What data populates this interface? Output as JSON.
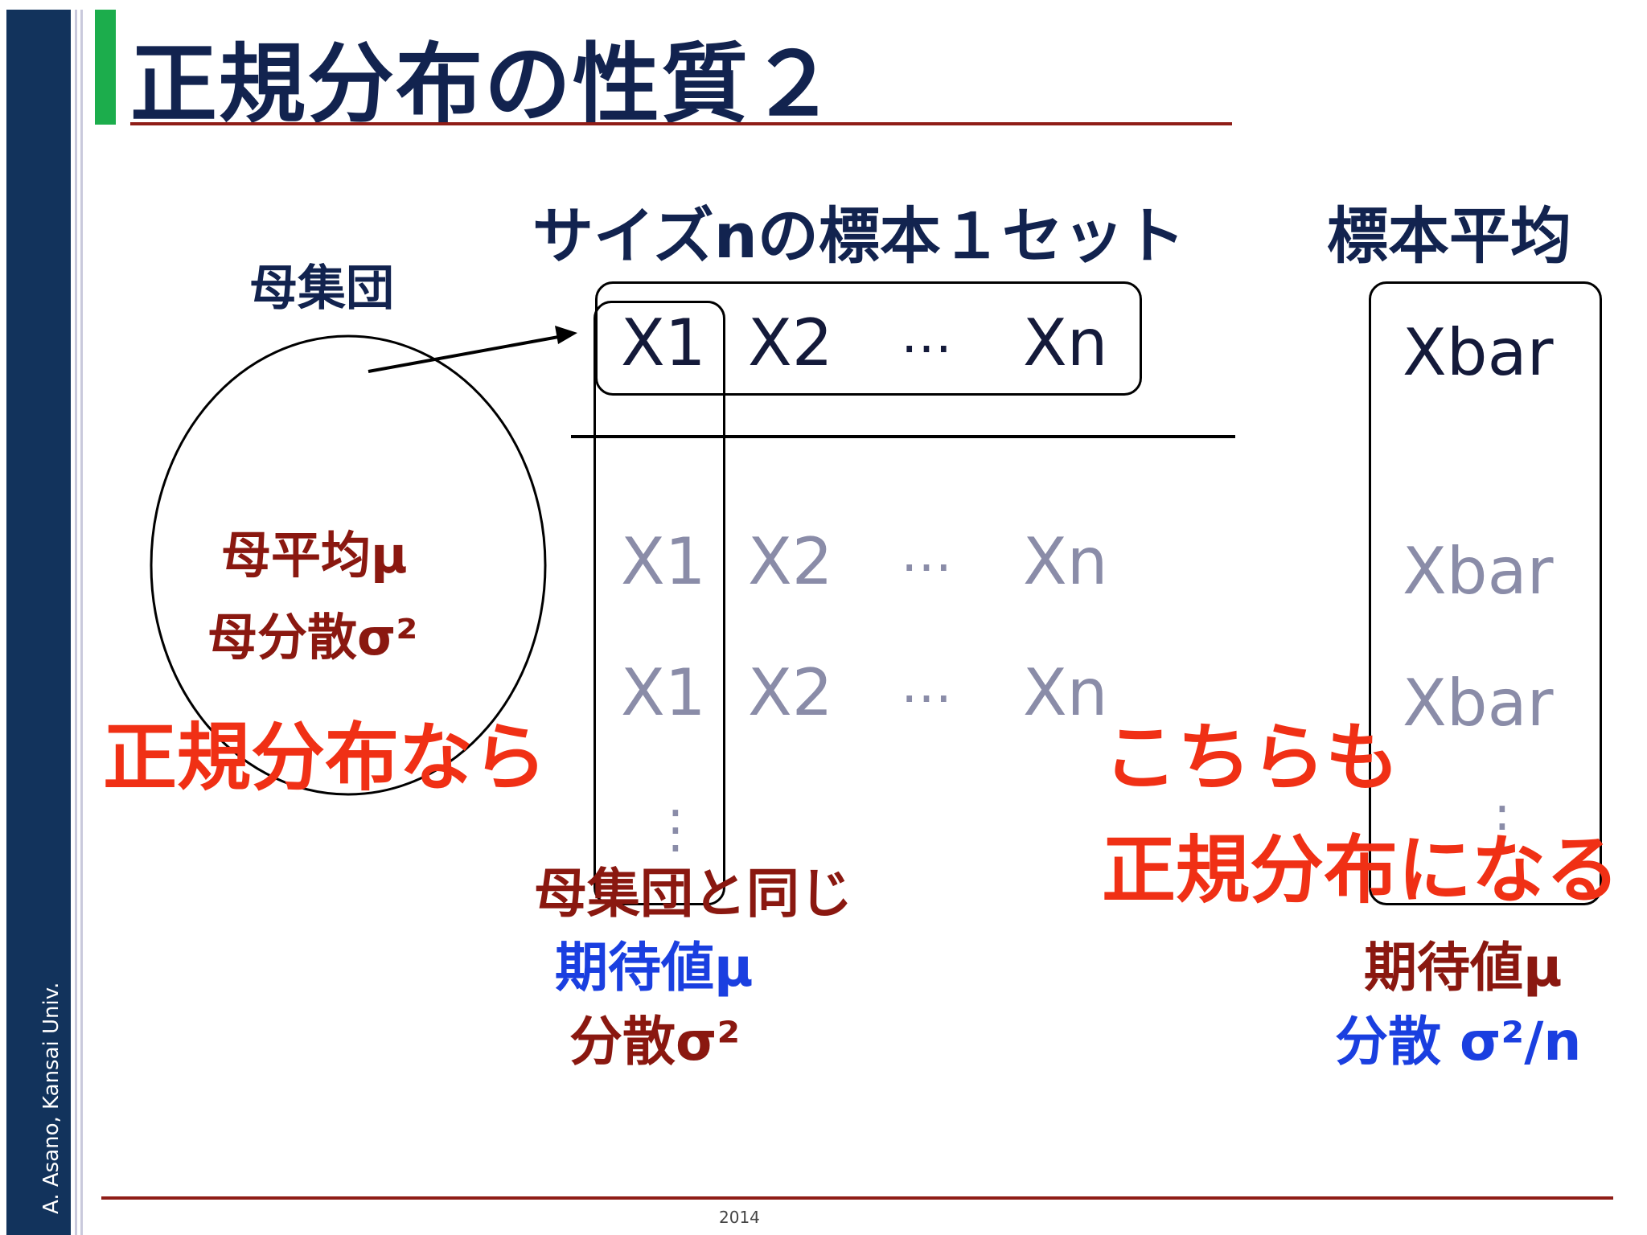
{
  "title": "正規分布の性質２",
  "sidebar_text": "A. Asano, Kansai Univ.",
  "year": "2014",
  "population": {
    "label": "母集団",
    "mean": "母平均μ",
    "variance": "母分散σ²"
  },
  "sample_header": "サイズnの標本１セット",
  "mean_header": "標本平均",
  "samples": {
    "x1": "X1",
    "x2": "X2",
    "dots": "…",
    "xn": "Xn",
    "xbar": "Xbar",
    "vdots": "⋮"
  },
  "left_notes": {
    "same": "母集団と同じ",
    "expect": "期待値μ",
    "variance": "分散σ²"
  },
  "right_notes": {
    "expect": "期待値μ",
    "variance": "分散 σ²/n"
  },
  "callouts": {
    "if_normal": "正規分布なら",
    "also": "こちらも",
    "becomes_normal": "正規分布になる"
  }
}
